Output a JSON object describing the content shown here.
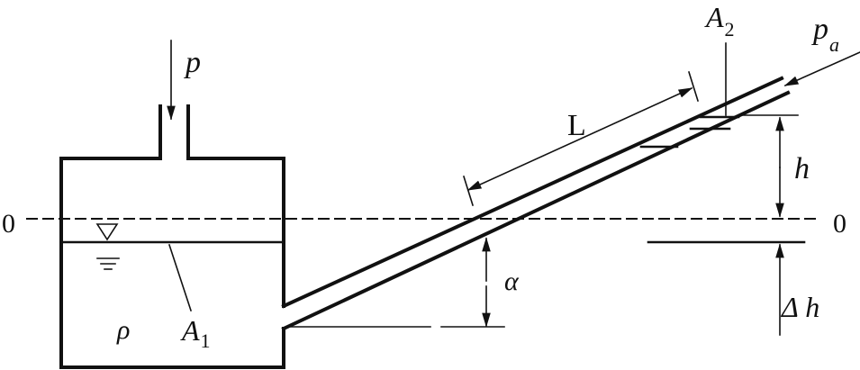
{
  "labels": {
    "datum_left": "0",
    "datum_right": "0",
    "pressure": "p",
    "ambient_pressure_main": "p",
    "ambient_pressure_sub": "a",
    "length": "L",
    "area_tube_main": "A",
    "area_tube_sub": "2",
    "area_tank_main": "A",
    "area_tank_sub": "1",
    "density": "ρ",
    "angle": "α",
    "height": "h",
    "delta_h": "Δ h"
  }
}
